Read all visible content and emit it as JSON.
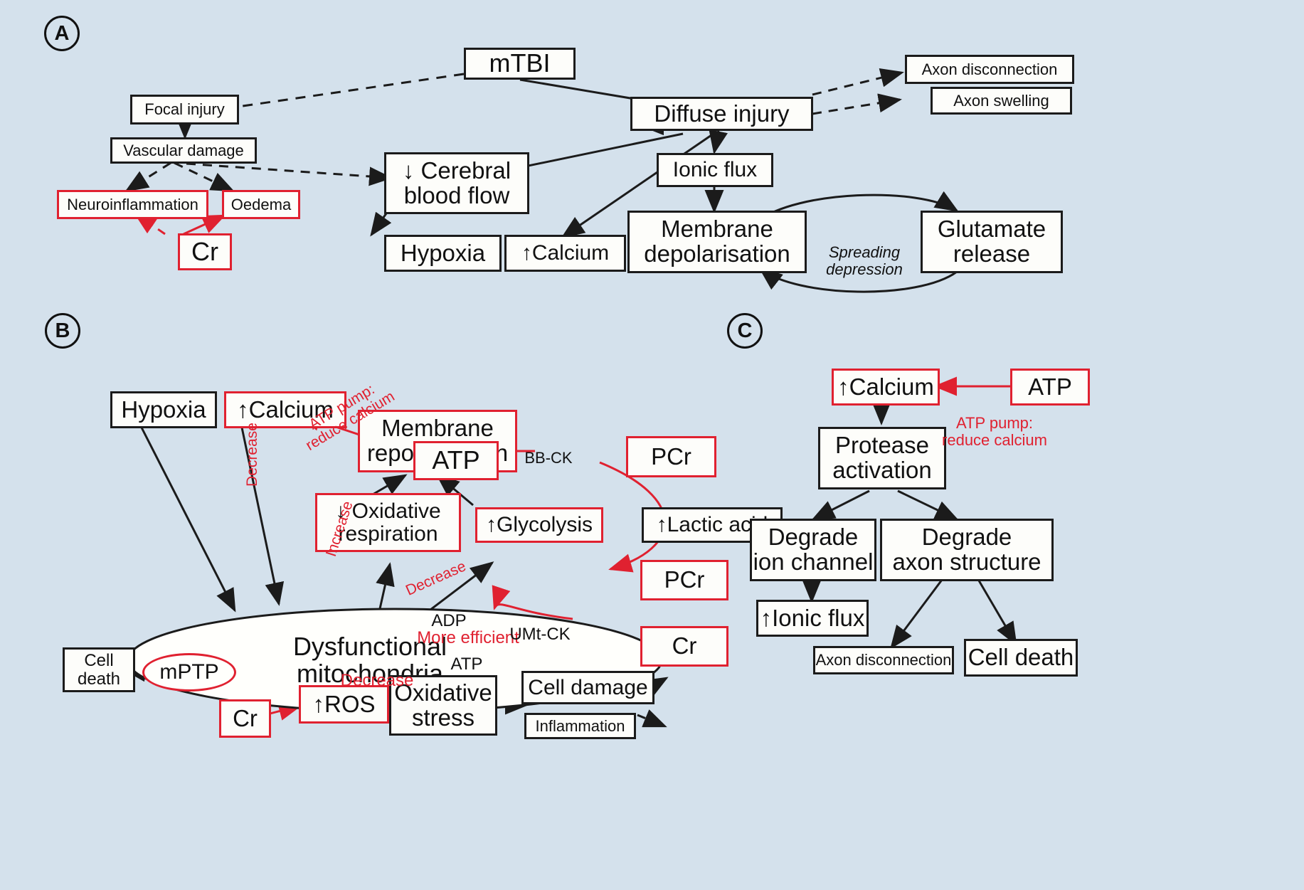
{
  "figure": {
    "background_color": "#d4e1ec",
    "accent_red": "#e02130",
    "outline_black": "#1b1b1b"
  },
  "panels": [
    {
      "id": "A",
      "label": "A"
    },
    {
      "id": "B",
      "label": "B"
    },
    {
      "id": "C",
      "label": "C"
    }
  ],
  "panel_a": {
    "nodes": [
      {
        "id": "mtbi",
        "label": "mTBI",
        "color": "black"
      },
      {
        "id": "focal_injury",
        "label": "Focal injury",
        "color": "black"
      },
      {
        "id": "vascular_damage",
        "label": "Vascular damage",
        "color": "black"
      },
      {
        "id": "neuroinflammation",
        "label": "Neuroinflammation",
        "color": "red"
      },
      {
        "id": "oedema",
        "label": "Oedema",
        "color": "red"
      },
      {
        "id": "cr",
        "label": "Cr",
        "color": "red"
      },
      {
        "id": "diffuse_injury",
        "label": "Diffuse injury",
        "color": "black"
      },
      {
        "id": "axon_disconnection",
        "label": "Axon disconnection",
        "color": "black"
      },
      {
        "id": "axon_swelling",
        "label": "Axon swelling",
        "color": "black"
      },
      {
        "id": "cerebral_blood_flow",
        "label": "↓ Cerebral\nblood flow",
        "color": "black"
      },
      {
        "id": "ionic_flux",
        "label": "Ionic flux",
        "color": "black"
      },
      {
        "id": "hypoxia",
        "label": "Hypoxia",
        "color": "black"
      },
      {
        "id": "calcium",
        "label": "↑Calcium",
        "color": "black"
      },
      {
        "id": "membrane_depolarisation",
        "label": "Membrane\ndepolarisation",
        "color": "black"
      },
      {
        "id": "glutamate_release",
        "label": "Glutamate\nrelease",
        "color": "black"
      }
    ],
    "edge_labels": [
      {
        "id": "spreading_depression",
        "text": "Spreading\ndepression",
        "style": "italic-black"
      }
    ]
  },
  "panel_b": {
    "nodes": [
      {
        "id": "hypoxia",
        "label": "Hypoxia",
        "color": "black"
      },
      {
        "id": "calcium",
        "label": "↑Calcium",
        "color": "red"
      },
      {
        "id": "membrane_repolarisation",
        "label": "Membrane\nrepolarisation",
        "color": "red"
      },
      {
        "id": "atp",
        "label": "ATP",
        "color": "red"
      },
      {
        "id": "pcr_top",
        "label": "PCr",
        "color": "red"
      },
      {
        "id": "oxidative_respiration",
        "label": "↓ Oxidative\nrespiration",
        "color": "red"
      },
      {
        "id": "glycolysis",
        "label": "↑Glycolysis",
        "color": "red"
      },
      {
        "id": "lactic_acid",
        "label": "↑Lactic acid",
        "color": "black"
      },
      {
        "id": "pcr_mid",
        "label": "PCr",
        "color": "red"
      },
      {
        "id": "cr_mid",
        "label": "Cr",
        "color": "red"
      },
      {
        "id": "dysfunctional_mitochondria",
        "label": "Dysfunctional\nmitochondria",
        "color": "black",
        "shape": "ellipse"
      },
      {
        "id": "mptp",
        "label": "mPTP",
        "color": "red",
        "shape": "ellipse"
      },
      {
        "id": "cell_death",
        "label": "Cell\ndeath",
        "color": "black"
      },
      {
        "id": "cr_bottom",
        "label": "Cr",
        "color": "red"
      },
      {
        "id": "ros",
        "label": "↑ROS",
        "color": "red"
      },
      {
        "id": "oxidative_stress",
        "label": "Oxidative\nstress",
        "color": "black"
      },
      {
        "id": "cell_damage",
        "label": "Cell damage",
        "color": "black"
      },
      {
        "id": "inflammation",
        "label": "Inflammation",
        "color": "black"
      }
    ],
    "edge_labels": [
      {
        "id": "atp_pump_reduce_calcium",
        "text": "ATP pump:\nreduce calcium",
        "color": "red"
      },
      {
        "id": "bb_ck",
        "text": "BB-CK",
        "color": "black"
      },
      {
        "id": "decrease_calcium",
        "text": "Decrease",
        "color": "red"
      },
      {
        "id": "increase_oxidative",
        "text": "Increase",
        "color": "red"
      },
      {
        "id": "decrease_glycolysis",
        "text": "Decrease",
        "color": "red"
      },
      {
        "id": "adp",
        "text": "ADP",
        "color": "black"
      },
      {
        "id": "more_efficient",
        "text": "More efficient",
        "color": "red"
      },
      {
        "id": "atp_mito",
        "text": "ATP",
        "color": "black"
      },
      {
        "id": "umt_ck",
        "text": "UMt-CK",
        "color": "black"
      },
      {
        "id": "decrease_ros",
        "text": "Decrease",
        "color": "red"
      }
    ]
  },
  "panel_c": {
    "nodes": [
      {
        "id": "calcium",
        "label": "↑Calcium",
        "color": "red"
      },
      {
        "id": "atp",
        "label": "ATP",
        "color": "red"
      },
      {
        "id": "protease_activation",
        "label": "Protease\nactivation",
        "color": "black"
      },
      {
        "id": "degrade_ion_channel",
        "label": "Degrade\nion channel",
        "color": "black"
      },
      {
        "id": "degrade_axon_structure",
        "label": "Degrade\naxon structure",
        "color": "black"
      },
      {
        "id": "ionic_flux",
        "label": "↑Ionic flux",
        "color": "black"
      },
      {
        "id": "axon_disconnection",
        "label": "Axon disconnection",
        "color": "black"
      },
      {
        "id": "cell_death",
        "label": "Cell death",
        "color": "black"
      }
    ],
    "edge_labels": [
      {
        "id": "atp_pump_reduce_calcium",
        "text": "ATP pump:\nreduce calcium",
        "color": "red"
      }
    ]
  }
}
